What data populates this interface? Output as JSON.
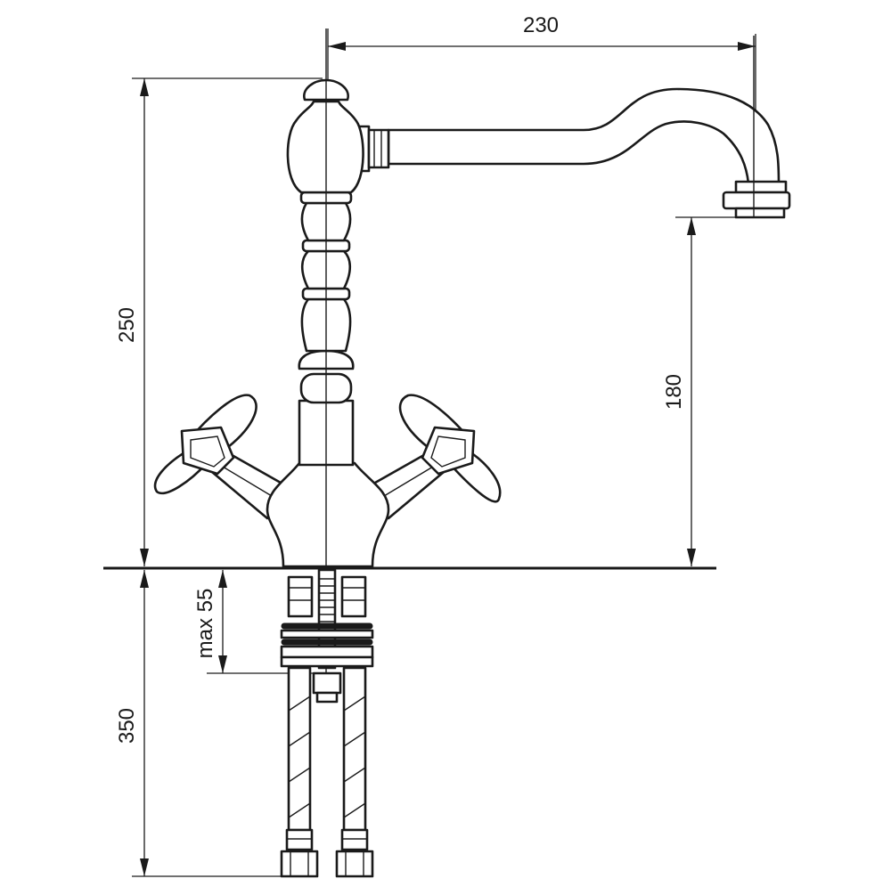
{
  "dimensions": {
    "spout_reach": "230",
    "total_height": "250",
    "spout_height": "180",
    "max_counter_thickness": "max 55",
    "hose_length": "350"
  },
  "colors": {
    "line": "#1a1a1a",
    "background": "#ffffff"
  }
}
